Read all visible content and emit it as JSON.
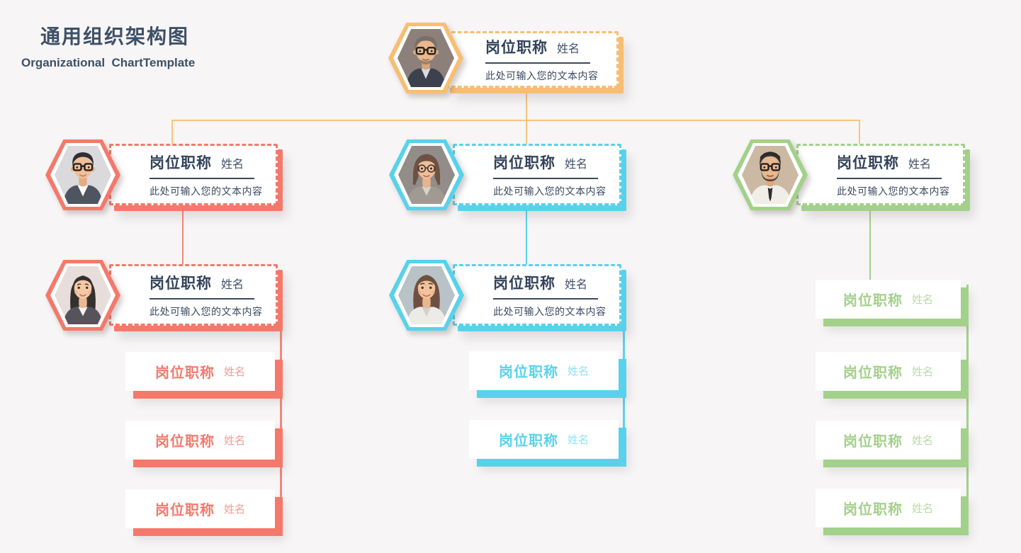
{
  "header": {
    "title": "通用组织架构图",
    "subtitle": "Organizational  ChartTemplate"
  },
  "colors": {
    "background": "#F7F5F5",
    "heading_text": "#3D5067",
    "card_text": "#3A4A61",
    "orange": "#F7BE72",
    "red": "#F4796B",
    "cyan": "#58D2EB",
    "green": "#A3D08A"
  },
  "nodes": {
    "root": {
      "position": "岗位职称",
      "name": "姓名",
      "description": "此处可输入您的文本内容",
      "avatar": "senior-man-glasses-photo",
      "accent": "#F7BE72"
    },
    "red_manager": {
      "position": "岗位职称",
      "name": "姓名",
      "description": "此处可输入您的文本内容",
      "avatar": "young-man-glasses-photo",
      "accent": "#F4796B"
    },
    "red_deputy": {
      "position": "岗位职称",
      "name": "姓名",
      "description": "此处可输入您的文本内容",
      "avatar": "young-woman-dark-hair-photo",
      "accent": "#F4796B"
    },
    "red_leaves": [
      {
        "position": "岗位职称",
        "name": "姓名"
      },
      {
        "position": "岗位职称",
        "name": "姓名"
      },
      {
        "position": "岗位职称",
        "name": "姓名"
      }
    ],
    "cyan_manager": {
      "position": "岗位职称",
      "name": "姓名",
      "description": "此处可输入您的文本内容",
      "avatar": "mature-woman-glasses-photo",
      "accent": "#58D2EB"
    },
    "cyan_deputy": {
      "position": "岗位职称",
      "name": "姓名",
      "description": "此处可输入您的文本内容",
      "avatar": "woman-white-blazer-photo",
      "accent": "#58D2EB"
    },
    "cyan_leaves": [
      {
        "position": "岗位职称",
        "name": "姓名"
      },
      {
        "position": "岗位职称",
        "name": "姓名"
      }
    ],
    "green_manager": {
      "position": "岗位职称",
      "name": "姓名",
      "description": "此处可输入您的文本内容",
      "avatar": "young-man-tie-glasses-photo",
      "accent": "#A3D08A"
    },
    "green_leaves": [
      {
        "position": "岗位职称",
        "name": "姓名"
      },
      {
        "position": "岗位职称",
        "name": "姓名"
      },
      {
        "position": "岗位职称",
        "name": "姓名"
      },
      {
        "position": "岗位职称",
        "name": "姓名"
      }
    ]
  }
}
